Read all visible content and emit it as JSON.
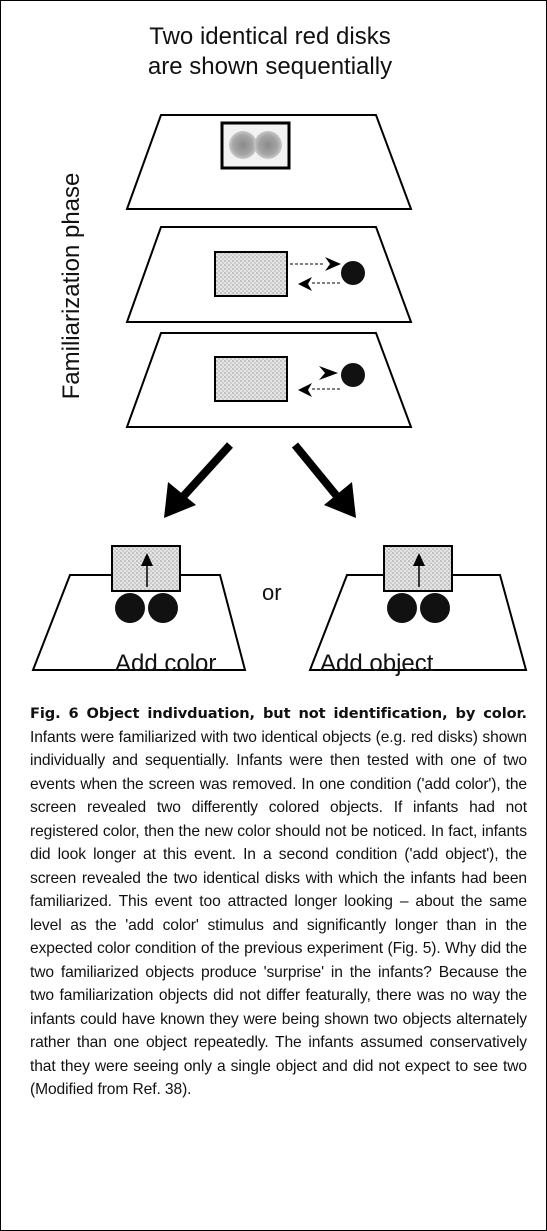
{
  "title": "Two identical red disks are shown sequentially",
  "phase_label": "Familiarization phase",
  "or_label": "or",
  "conditions": {
    "left": "Add color",
    "right": "Add object"
  },
  "caption": {
    "heading": "Fig. 6 Object indivduation, but not identification, by color.",
    "body": "Infants were familiarized with two identical objects (e.g. red disks) shown individually and sequentially. Infants were then tested with one of two events when the screen was removed. In one condition ('add color'), the screen revealed two differently colored objects. If infants had not registered color, then the new color should not be noticed. In fact, infants did look longer at this event. In a second condition ('add object'), the screen revealed the two identical disks with which the infants had been familiarized. This event too attracted longer looking – about the same level as the 'add color' stimulus and significantly longer than in the expected color condition of the previous experiment (Fig. 5). Why did the two familiarized objects produce 'surprise' in the infants? Because the two familiarization objects did not differ featurally, there was no way the infants could have known they were being shown two objects alternately rather than one object repeatedly. The infants assumed conservatively that they were seeing only a single object and did not expect to see two (Modified from Ref. 38)."
  },
  "colors": {
    "ink": "#000000",
    "screen_fill": "#d6d6d6",
    "disk_fill": "#111111"
  }
}
